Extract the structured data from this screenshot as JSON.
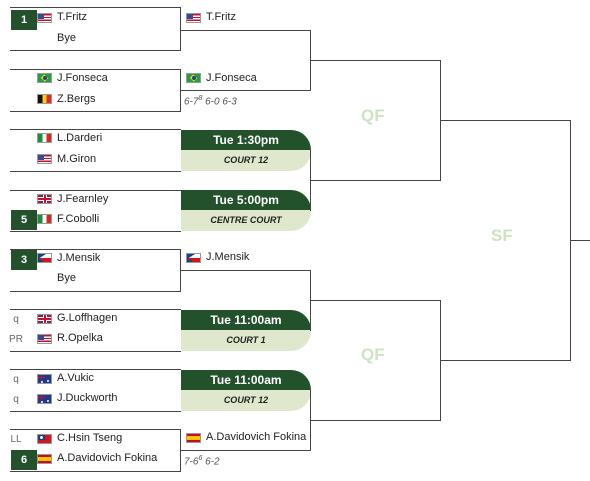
{
  "rounds": {
    "qf_top": "QF",
    "qf_bottom": "QF",
    "sf": "SF"
  },
  "matches": [
    {
      "seed": "1",
      "entry_bottom": "",
      "p1": {
        "name": "T.Fritz",
        "flag": "us-flag-icon"
      },
      "p2": {
        "name": "Bye",
        "flag": ""
      },
      "winner": {
        "name": "T.Fritz",
        "flag": "us-flag-icon"
      },
      "score": ""
    },
    {
      "seed": "",
      "p1": {
        "name": "J.Fonseca",
        "flag": "brazil-flag-icon"
      },
      "p2": {
        "name": "Z.Bergs",
        "flag": "belgium-flag-icon"
      },
      "winner": {
        "name": "J.Fonseca",
        "flag": "brazil-flag-icon"
      },
      "score": {
        "s1": "6-7",
        "s1_tb": "8",
        "rest": " 6-0 6-3"
      }
    },
    {
      "p1": {
        "name": "L.Darderi",
        "flag": "italy-flag-icon"
      },
      "p2": {
        "name": "M.Giron",
        "flag": "us-flag-icon"
      },
      "schedule": {
        "time": "Tue 1:30pm",
        "court": "COURT 12"
      }
    },
    {
      "seed_bottom": "5",
      "p1": {
        "name": "J.Fearnley",
        "flag": "uk-flag-icon"
      },
      "p2": {
        "name": "F.Cobolli",
        "flag": "italy-flag-icon"
      },
      "schedule": {
        "time": "Tue 5:00pm",
        "court": "CENTRE COURT"
      }
    },
    {
      "seed": "3",
      "p1": {
        "name": "J.Mensik",
        "flag": "czech-flag-icon"
      },
      "p2": {
        "name": "Bye",
        "flag": ""
      },
      "winner": {
        "name": "J.Mensik",
        "flag": "czech-flag-icon"
      }
    },
    {
      "entry_p1": "q",
      "entry_p2": "PR",
      "p1": {
        "name": "G.Loffhagen",
        "flag": "uk-flag-icon"
      },
      "p2": {
        "name": "R.Opelka",
        "flag": "us-flag-icon"
      },
      "schedule": {
        "time": "Tue 11:00am",
        "court": "COURT 1"
      }
    },
    {
      "entry_p1": "q",
      "entry_p2": "q",
      "p1": {
        "name": "A.Vukic",
        "flag": "australia-flag-icon"
      },
      "p2": {
        "name": "J.Duckworth",
        "flag": "australia-flag-icon"
      },
      "schedule": {
        "time": "Tue 11:00am",
        "court": "COURT 12"
      }
    },
    {
      "entry_p1": "LL",
      "seed_bottom": "6",
      "p1": {
        "name": "C.Hsin Tseng",
        "flag": "taiwan-flag-icon"
      },
      "p2": {
        "name": "A.Davidovich Fokina",
        "flag": "spain-flag-icon"
      },
      "winner": {
        "name": "A.Davidovich Fokina",
        "flag": "spain-flag-icon"
      },
      "score": {
        "s1": "7-6",
        "s1_tb": "6",
        "rest": " 6-2"
      }
    }
  ]
}
